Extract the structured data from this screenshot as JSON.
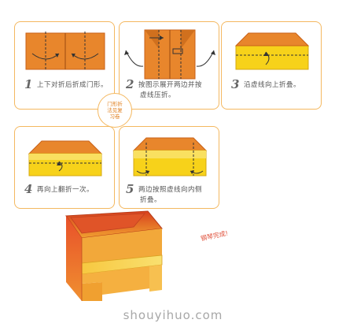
{
  "steps": [
    {
      "num": "1",
      "text": "上下对折后折成门形。"
    },
    {
      "num": "2",
      "text_line1": "按图示展开两边并按",
      "text_line2": "虚线压折。"
    },
    {
      "num": "3",
      "text": "沿虚线向上折叠。"
    },
    {
      "num": "4",
      "text": "再向上翻折一次。"
    },
    {
      "num": "5",
      "text_line1": "两边按照虚线向内侧",
      "text_line2": "折叠。"
    }
  ],
  "note": {
    "line1": "门形折",
    "line2": "法见复",
    "line3": "习卷"
  },
  "done_label": "钢琴完成!",
  "watermark": "shouyihuo.com",
  "colors": {
    "orange": "#e8862c",
    "dark_orange": "#c9621a",
    "yellow": "#f7d21a",
    "border": "#f4b860"
  }
}
